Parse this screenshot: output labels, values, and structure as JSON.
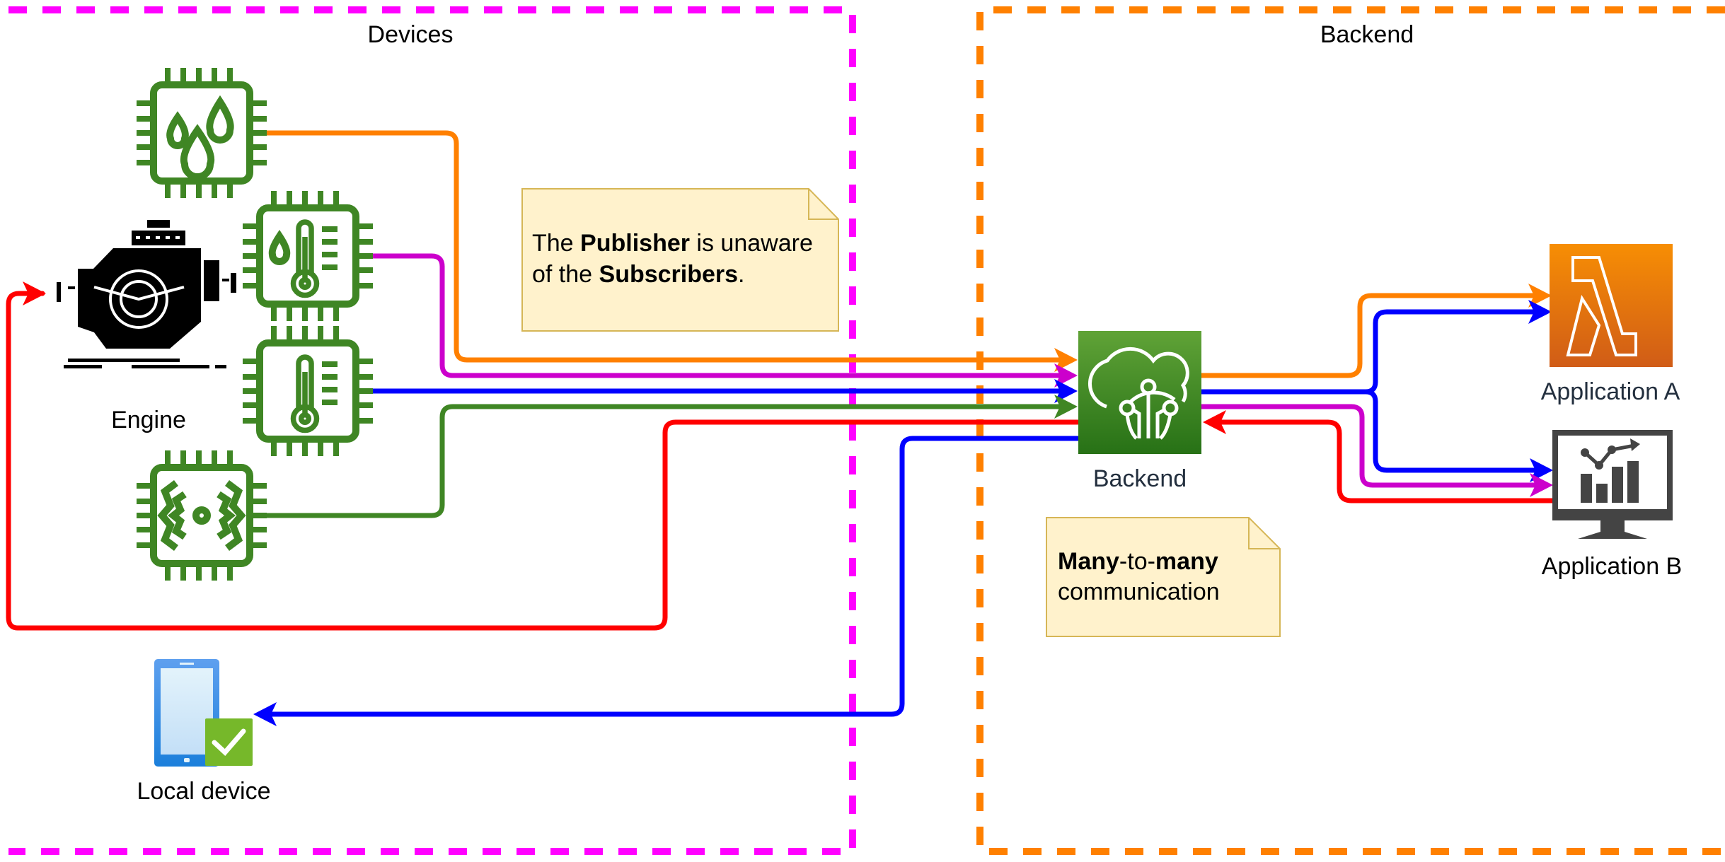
{
  "groups": {
    "devices": {
      "label": "Devices",
      "border_color": "#ff00ff"
    },
    "backend": {
      "label": "Backend",
      "border_color": "#ff8000"
    }
  },
  "nodes": {
    "humidity_sensor": {
      "icon": "humidity-sensor-chip-icon"
    },
    "humidity_temp_sensor": {
      "icon": "humidity-temperature-sensor-chip-icon"
    },
    "temp_sensor": {
      "icon": "temperature-sensor-chip-icon"
    },
    "vibration_sensor": {
      "icon": "vibration-sensor-chip-icon"
    },
    "engine": {
      "label": "Engine",
      "icon": "engine-icon"
    },
    "local_device": {
      "label": "Local device",
      "icon": "mobile-check-icon"
    },
    "backend": {
      "label": "Backend",
      "icon": "iot-cloud-icon"
    },
    "app_a": {
      "label": "Application A",
      "icon": "lambda-icon"
    },
    "app_b": {
      "label": "Application B",
      "icon": "analytics-monitor-icon"
    }
  },
  "notes": {
    "publisher": {
      "line1": {
        "t1": "The ",
        "b1": "Publisher",
        "t2": " is unaware"
      },
      "line2": {
        "t1": "of the ",
        "b1": "Subscribers",
        "t2": "."
      }
    },
    "many": {
      "line1": {
        "b1": "Many",
        "t1": "-to-",
        "b2": "many"
      },
      "line2": {
        "t1": "communication"
      }
    }
  },
  "colors": {
    "orange": "#ff8000",
    "magenta": "#cc00cc",
    "blue": "#0000ff",
    "green": "#3f8624",
    "red": "#ff0000",
    "note_fill": "#fff2cc",
    "note_border": "#d6b656"
  },
  "flows": [
    {
      "from": "humidity_sensor",
      "to": "backend",
      "color": "orange"
    },
    {
      "from": "humidity_temp_sensor",
      "to": "backend",
      "color": "magenta"
    },
    {
      "from": "temp_sensor",
      "to": "backend",
      "color": "blue"
    },
    {
      "from": "vibration_sensor",
      "to": "backend",
      "color": "green"
    },
    {
      "from": "backend",
      "to": "engine",
      "color": "red"
    },
    {
      "from": "backend",
      "to": "local_device",
      "color": "blue"
    },
    {
      "from": "backend",
      "to": "app_a",
      "color": "orange"
    },
    {
      "from": "backend",
      "to": "app_a",
      "color": "blue"
    },
    {
      "from": "backend",
      "to": "app_b",
      "color": "blue"
    },
    {
      "from": "backend",
      "to": "app_b",
      "color": "magenta"
    },
    {
      "from": "app_b",
      "to": "backend",
      "color": "red"
    }
  ]
}
